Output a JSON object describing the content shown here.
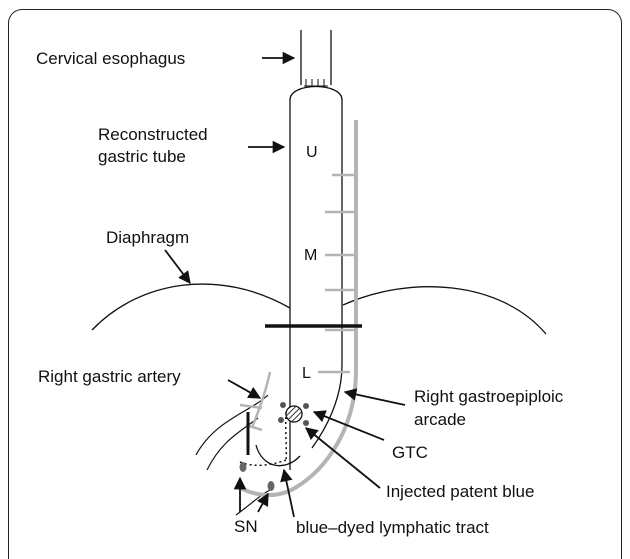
{
  "labels": {
    "cervical_esophagus": "Cervical esophagus",
    "reconstructed_line1": "Reconstructed",
    "reconstructed_line2": "gastric tube",
    "diaphragm": "Diaphragm",
    "right_gastric_artery": "Right gastric artery",
    "gastroepiploic_line1": "Right gastroepiploic",
    "gastroepiploic_line2": "arcade",
    "gtc": "GTC",
    "injected": "Injected patent blue",
    "sn": "SN",
    "lymphatic": "blue–dyed lymphatic tract"
  },
  "segments": {
    "upper": "U",
    "middle": "M",
    "lower": "L"
  },
  "colors": {
    "line": "#111111",
    "vessel": "#b4b4b4",
    "node": "#555555"
  }
}
